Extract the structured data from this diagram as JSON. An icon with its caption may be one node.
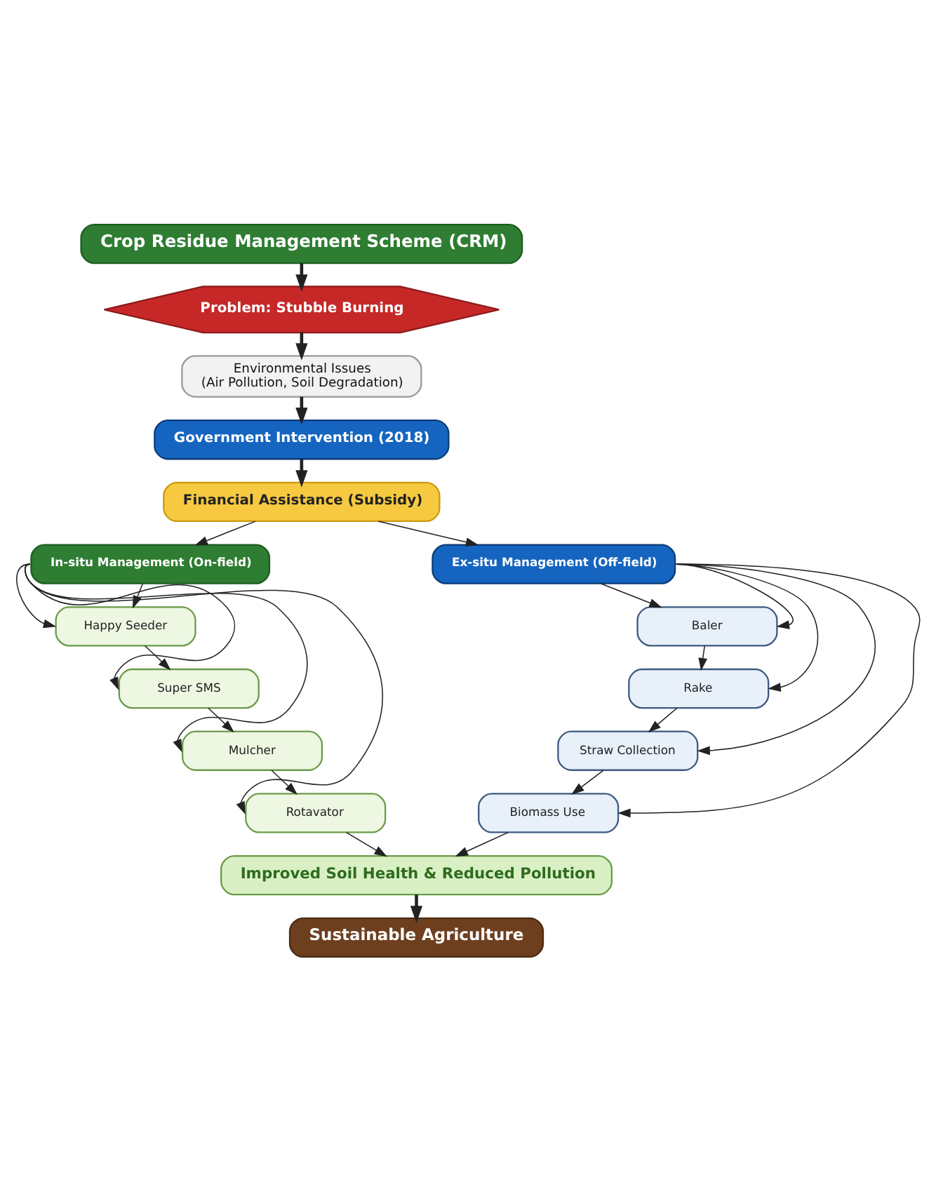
{
  "diagram": {
    "nodes": [
      {
        "text": [
          "Crop Residue Management Scheme (CRM)"
        ]
      },
      {
        "text": [
          "Problem: Stubble Burning"
        ]
      },
      {
        "text": [
          "Environmental Issues",
          "(Air Pollution, Soil Degradation)"
        ]
      },
      {
        "text": [
          "Government Intervention (2018)"
        ]
      },
      {
        "text": [
          "Financial Assistance (Subsidy)"
        ]
      },
      {
        "text": [
          "In-situ Management (On-field)"
        ]
      },
      {
        "text": [
          "Happy Seeder"
        ]
      },
      {
        "text": [
          "Super SMS"
        ]
      },
      {
        "text": [
          "Mulcher"
        ]
      },
      {
        "text": [
          "Rotavator"
        ]
      },
      {
        "text": [
          "Ex-situ Management (Off-field)"
        ]
      },
      {
        "text": [
          "Baler"
        ]
      },
      {
        "text": [
          "Rake"
        ]
      },
      {
        "text": [
          "Straw Collection"
        ]
      },
      {
        "text": [
          "Biomass Use"
        ]
      },
      {
        "text": [
          "Improved Soil Health & Reduced Pollution"
        ]
      },
      {
        "text": [
          "Sustainable Agriculture"
        ]
      }
    ],
    "edges": [
      {
        "from": 0,
        "to": 1,
        "arrow": "to",
        "style": "thick"
      },
      {
        "from": 1,
        "to": 2,
        "arrow": "to",
        "style": "thick"
      },
      {
        "from": 2,
        "to": 3,
        "arrow": "to",
        "style": "thick"
      },
      {
        "from": 3,
        "to": 4,
        "arrow": "to",
        "style": "thick"
      },
      {
        "from": 4,
        "to": 5,
        "arrow": "to"
      },
      {
        "from": 4,
        "to": 10,
        "arrow": "to"
      },
      {
        "from": 5,
        "to": 6,
        "arrow": "to"
      },
      {
        "from": 6,
        "to": 7,
        "arrow": "to"
      },
      {
        "from": 7,
        "to": 8,
        "arrow": "to"
      },
      {
        "from": 8,
        "to": 9,
        "arrow": "to"
      },
      {
        "from": 5,
        "to": 6,
        "arrow": "to"
      },
      {
        "from": 5,
        "to": 7,
        "arrow": "to"
      },
      {
        "from": 5,
        "to": 8,
        "arrow": "to"
      },
      {
        "from": 5,
        "to": 9,
        "arrow": "to"
      },
      {
        "from": 10,
        "to": 11,
        "arrow": "to"
      },
      {
        "from": 11,
        "to": 12,
        "arrow": "to"
      },
      {
        "from": 12,
        "to": 13,
        "arrow": "to"
      },
      {
        "from": 13,
        "to": 14,
        "arrow": "to"
      },
      {
        "from": 10,
        "to": 11,
        "arrow": "to"
      },
      {
        "from": 10,
        "to": 12,
        "arrow": "to"
      },
      {
        "from": 10,
        "to": 13,
        "arrow": "to"
      },
      {
        "from": 10,
        "to": 14,
        "arrow": "to"
      },
      {
        "from": 9,
        "to": 15,
        "arrow": "to"
      },
      {
        "from": 14,
        "to": 15,
        "arrow": "to"
      },
      {
        "from": 15,
        "to": 16,
        "arrow": "to",
        "style": "thick"
      }
    ]
  }
}
